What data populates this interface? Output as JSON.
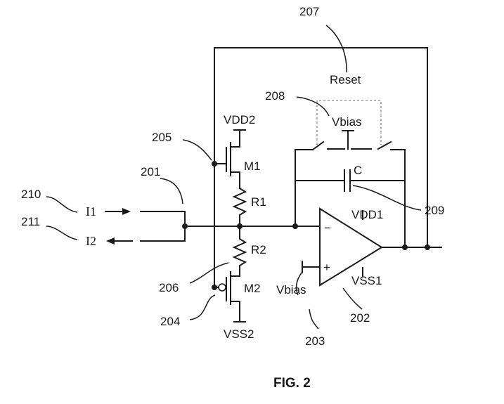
{
  "figure": {
    "caption": "FIG. 2",
    "refs": {
      "r201": "201",
      "r202": "202",
      "r203": "203",
      "r204": "204",
      "r205": "205",
      "r206": "206",
      "r207": "207",
      "r208": "208",
      "r209": "209",
      "r210": "210",
      "r211": "211"
    },
    "labels": {
      "reset": "Reset",
      "vbias_top": "Vbias",
      "vbias_bottom": "Vbias",
      "vdd2": "VDD2",
      "vss2": "VSS2",
      "m1": "M1",
      "m2": "M2",
      "r1": "R1",
      "r2": "R2",
      "c": "C",
      "vdd1": "VDD1",
      "vss1": "VSS1",
      "i1": "I1",
      "i2": "I2",
      "minus": "−",
      "plus": "+"
    }
  }
}
